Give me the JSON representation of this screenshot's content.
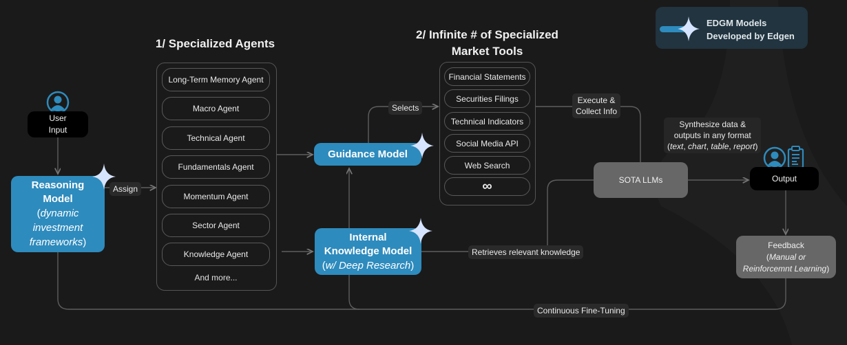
{
  "legend": {
    "icon": "sparkle-icon",
    "line1": "EDGM Models",
    "line2": "Developed by Edgen"
  },
  "user_input": {
    "icon": "user-icon",
    "line1": "User",
    "line2": "Input"
  },
  "reasoning_model": {
    "title1": "Reasoning",
    "title2": "Model",
    "sub1": "dynamic",
    "sub2": "investment",
    "sub3": "frameworks",
    "open": "(",
    "close": ")"
  },
  "agents": {
    "title": "1/ Specialized Agents",
    "items": [
      "Long-Term Memory Agent",
      "Macro Agent",
      "Technical Agent",
      "Fundamentals Agent",
      "Momentum Agent",
      "Sector Agent",
      "Knowledge Agent"
    ],
    "more": "And more..."
  },
  "guidance_model": {
    "title": "Guidance Model"
  },
  "knowledge_model": {
    "title1": "Internal",
    "title2": "Knowledge Model",
    "sub": "w/ Deep Research",
    "open": "(",
    "close": ")"
  },
  "tools": {
    "title1": "2/ Infinite # of Specialized",
    "title2": "Market Tools",
    "items": [
      "Financial Statements",
      "Securities Filings",
      "Technical Indicators",
      "Social Media API",
      "Web Search",
      "∞"
    ]
  },
  "sota": {
    "label": "SOTA LLMs"
  },
  "output": {
    "label": "Output",
    "icons": [
      "user-icon",
      "clipboard-icon"
    ]
  },
  "feedback": {
    "title": "Feedback",
    "sub1": "Manual or",
    "sub2": "Reinforcemnt Learning",
    "open": "(",
    "close": ")"
  },
  "edge_labels": {
    "assign": "Assign",
    "selects": "Selects",
    "execute1": "Execute &",
    "execute2": "Collect Info",
    "synth1": "Synthesize data &",
    "synth2": "outputs in any format",
    "synth3_items": [
      "text",
      "chart",
      "table",
      "report"
    ],
    "retrieves": "Retrieves relevant knowledge",
    "fine_tuning": "Continuous Fine-Tuning"
  },
  "colors": {
    "accent_blue": "#2e8bbd",
    "background": "#1a1a1a",
    "grey_box": "#676767",
    "legend_bg": "#21343f"
  }
}
